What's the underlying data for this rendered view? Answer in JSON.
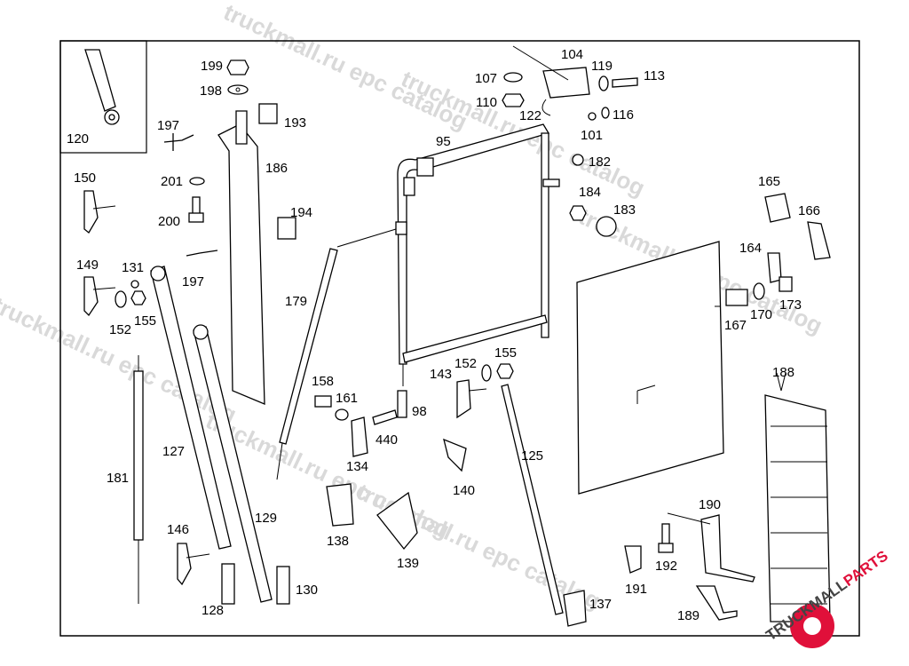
{
  "watermarks": [
    "truckmall.ru epc catalog",
    "truckmall.ru epc catalog",
    "truckmall.ru epc catalog",
    "truckmall.ru epc catalog",
    "truckmall.ru epc catalog",
    "truckmall.ru epc catalog"
  ],
  "logo": {
    "text_dark": "TRUCKMALL",
    "text_accent": "PARTS",
    "accent_color": "#e0103a"
  },
  "labels": [
    {
      "id": "199"
    },
    {
      "id": "198"
    },
    {
      "id": "193"
    },
    {
      "id": "197"
    },
    {
      "id": "186"
    },
    {
      "id": "201"
    },
    {
      "id": "194"
    },
    {
      "id": "200"
    },
    {
      "id": "197"
    },
    {
      "id": "179"
    },
    {
      "id": "131"
    },
    {
      "id": "150"
    },
    {
      "id": "149"
    },
    {
      "id": "155"
    },
    {
      "id": "152"
    },
    {
      "id": "127"
    },
    {
      "id": "181"
    },
    {
      "id": "129"
    },
    {
      "id": "146"
    },
    {
      "id": "128"
    },
    {
      "id": "130"
    },
    {
      "id": "120"
    },
    {
      "id": "107"
    },
    {
      "id": "104"
    },
    {
      "id": "119"
    },
    {
      "id": "113"
    },
    {
      "id": "110"
    },
    {
      "id": "122"
    },
    {
      "id": "116"
    },
    {
      "id": "95"
    },
    {
      "id": "101"
    },
    {
      "id": "182"
    },
    {
      "id": "184"
    },
    {
      "id": "183"
    },
    {
      "id": "165"
    },
    {
      "id": "166"
    },
    {
      "id": "164"
    },
    {
      "id": "173"
    },
    {
      "id": "167"
    },
    {
      "id": "170"
    },
    {
      "id": "188"
    },
    {
      "id": "158"
    },
    {
      "id": "161"
    },
    {
      "id": "98"
    },
    {
      "id": "440"
    },
    {
      "id": "143"
    },
    {
      "id": "152"
    },
    {
      "id": "155"
    },
    {
      "id": "134"
    },
    {
      "id": "125"
    },
    {
      "id": "140"
    },
    {
      "id": "138"
    },
    {
      "id": "139"
    },
    {
      "id": "190"
    },
    {
      "id": "192"
    },
    {
      "id": "191"
    },
    {
      "id": "189"
    },
    {
      "id": "137"
    }
  ]
}
